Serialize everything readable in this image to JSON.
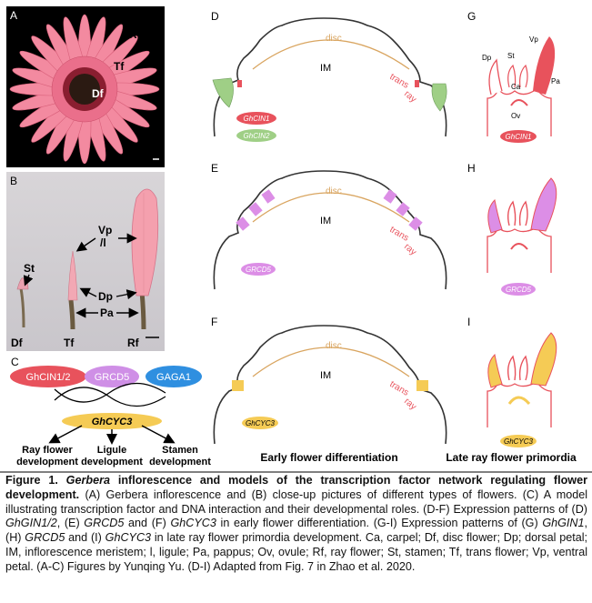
{
  "panels": {
    "A": {
      "letter": "A",
      "labels": {
        "rf": "Rf",
        "tf": "Tf",
        "df": "Df"
      }
    },
    "B": {
      "letter": "B",
      "labels": {
        "st": "St",
        "vp": "Vp",
        "l": "/l",
        "dp": "Dp",
        "pa": "Pa",
        "df": "Df",
        "tf": "Tf",
        "rf": "Rf"
      }
    },
    "C": {
      "letter": "C",
      "tf1": "GhCIN1/2",
      "tf2": "GRCD5",
      "tf3": "GAGA1",
      "target": "GhCYC3",
      "out1a": "Ray flower",
      "out1b": "development",
      "out2a": "Ligule",
      "out2b": "development",
      "out3a": "Stamen",
      "out3b": "development"
    },
    "D": {
      "letter": "D",
      "disc": "disc",
      "im": "IM",
      "trans": "trans",
      "ray": "ray",
      "legend1": "GhCIN1",
      "legend2": "GhCIN2"
    },
    "E": {
      "letter": "E",
      "disc": "disc",
      "im": "IM",
      "trans": "trans",
      "ray": "ray",
      "legend1": "GRCD5"
    },
    "F": {
      "letter": "F",
      "disc": "disc",
      "im": "IM",
      "trans": "trans",
      "ray": "ray",
      "legend1": "GhCYC3",
      "title": "Early flower differentiation"
    },
    "G": {
      "letter": "G",
      "vp": "Vp",
      "dp": "Dp",
      "st": "St",
      "ca": "Ca",
      "pa": "Pa",
      "ov": "Ov",
      "legend1": "GhCIN1"
    },
    "H": {
      "letter": "H",
      "legend1": "GRCD5"
    },
    "I": {
      "letter": "I",
      "legend1": "GhCYC3",
      "title": "Late ray flower primordia"
    }
  },
  "caption": {
    "fig": "Figure 1.",
    "genus": "Gerbera",
    "title_rest": "inflorescence and models of the transcription factor network regulating flower development.",
    "s1": "(A) Gerbera inflorescence and (B) close-up pictures of different types of flowers. (C) A model illustrating transcription factor and DNA interaction and their developmental roles. (D-F) Expression patterns of (D)",
    "g1": "GhGIN1/2",
    "s2": ", (E)",
    "g2": "GRCD5",
    "s3": "and (F)",
    "g3": "GhCYC3",
    "s4": "in early flower differentiation. (G-I) Expression patterns of (G)",
    "g4": "GhGIN1",
    "s5": ", (H)",
    "g5": "GRCD5",
    "s6": "and (I)",
    "g6": "GhCYC3",
    "s7": "in late ray flower primordia development. Ca, carpel; Df, disc flower; Dp; dorsal petal; IM, inflorescence meristem; l, ligule; Pa, pappus; Ov, ovule; Rf, ray flower; St, stamen; Tf, trans flower; Vp, ventral petal. (A-C) Figures by Yunqing Yu. (D-I) Adapted from Fig. 7 in Zhao et al. 2020."
  },
  "colors": {
    "red": "#e8525c",
    "green": "#9fcf86",
    "pink": "#dc8ee6",
    "yellow": "#f5cb55",
    "blue": "#2f8fe0",
    "orange_line": "#d9a560",
    "gerbera": "#f27c92"
  }
}
